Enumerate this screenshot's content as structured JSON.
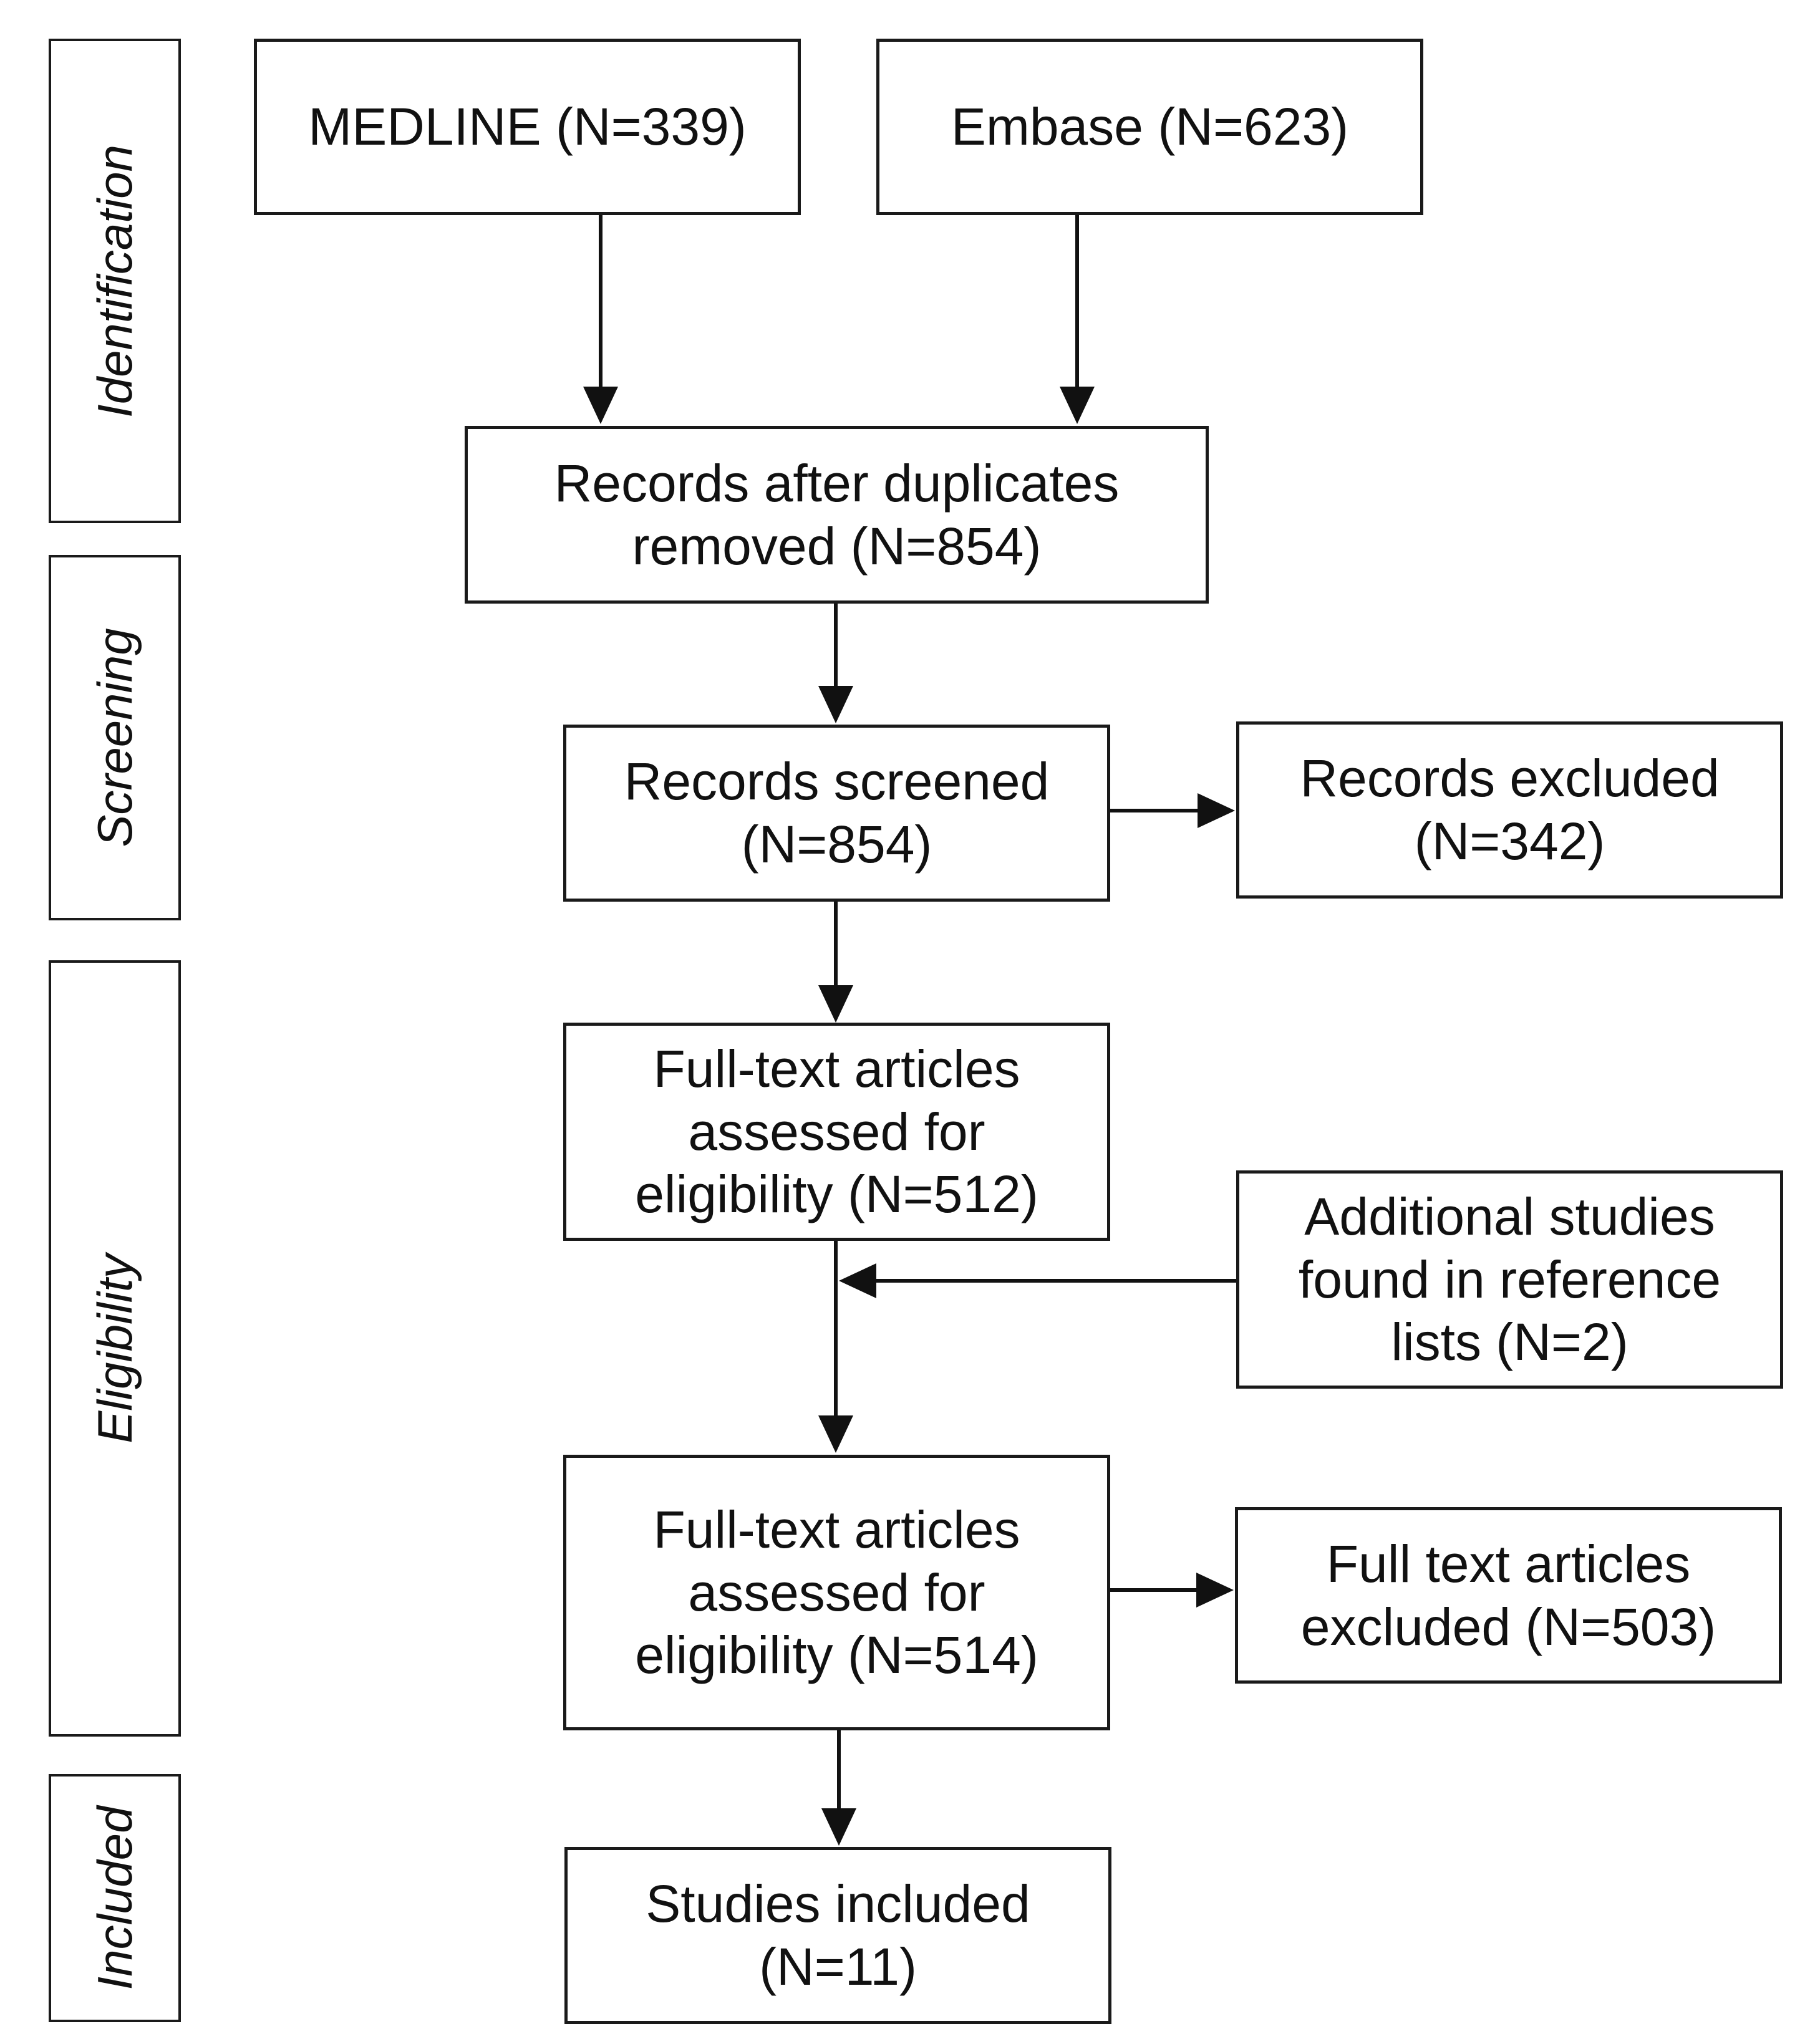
{
  "phases": [
    {
      "id": "identification",
      "label": "Identification"
    },
    {
      "id": "screening",
      "label": "Screening"
    },
    {
      "id": "eligibility",
      "label": "Eligibility"
    },
    {
      "id": "included",
      "label": "Included"
    }
  ],
  "boxes": {
    "medline": "MEDLINE (N=339)",
    "embase": "Embase (N=623)",
    "duplicates_removed": "Records after duplicates\nremoved (N=854)",
    "records_screened": "Records screened\n(N=854)",
    "records_excluded": "Records excluded\n(N=342)",
    "fulltext_assessed_1": "Full-text articles\nassessed for\neligibility (N=512)",
    "additional_studies": "Additional studies\nfound in reference\nlists (N=2)",
    "fulltext_assessed_2": "Full-text articles\nassessed for\neligibility (N=514)",
    "fulltext_excluded": "Full text articles\nexcluded (N=503)",
    "studies_included": "Studies included\n(N=11)"
  }
}
